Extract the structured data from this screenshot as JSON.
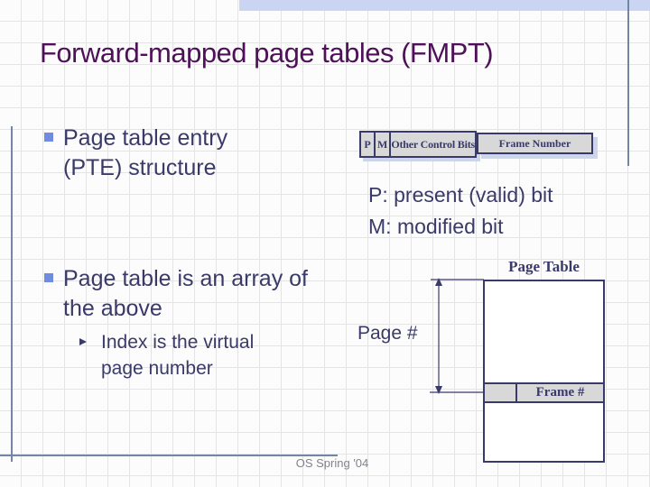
{
  "slide": {
    "title": "Forward-mapped page tables (FMPT)",
    "footer": "OS Spring '04"
  },
  "bullets": {
    "bullet1": "Page table entry (PTE) structure",
    "bullet2": "Page table is an array of the above",
    "sub_bullet": "Index is the virtual page number"
  },
  "pte": {
    "cells": [
      "P",
      "M",
      "Other Control Bits"
    ],
    "frame_cell": "Frame Number",
    "legend_line1": "P: present (valid) bit",
    "legend_line2": "M: modified bit"
  },
  "page_table": {
    "title": "Page Table",
    "row_label": "Frame #",
    "index_label": "Page #"
  },
  "colors": {
    "title_text": "#4e1158",
    "body_text": "#3a3a68",
    "bullet_accent": "#6e8ce0",
    "diagram_border": "#3a3a6a",
    "diagram_fill": "#d8d8d8",
    "diagram_shadow": "#ccd6ea",
    "top_bar": "#c9d5f2",
    "frame_line": "#7486a6",
    "footer_text": "#82828e",
    "grid_line": "#dfe4ee",
    "background": "#fcfcfd"
  }
}
